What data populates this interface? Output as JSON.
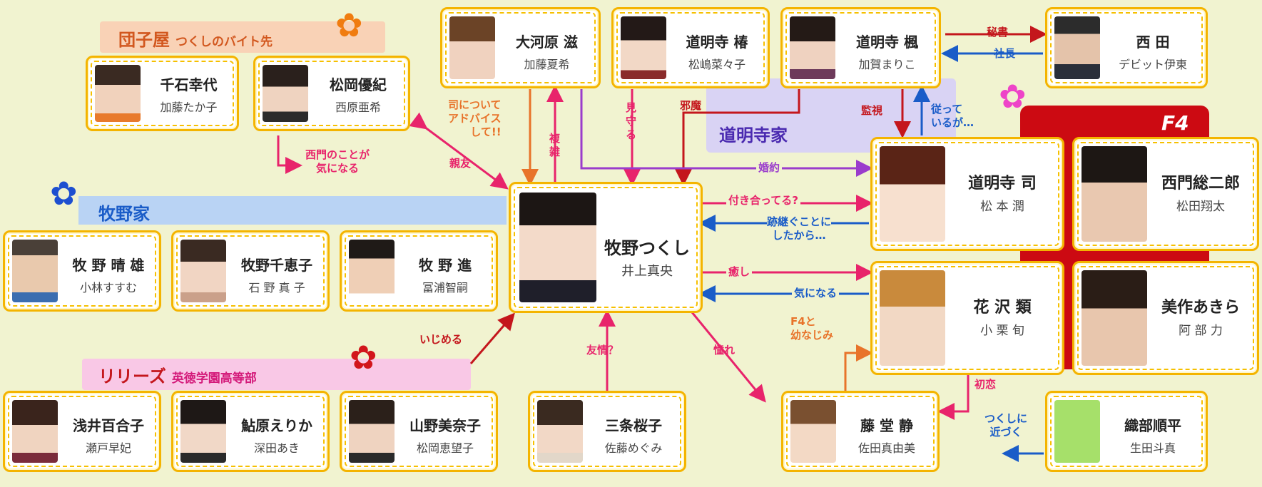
{
  "groups": {
    "dango": {
      "name": "団子屋",
      "sub": "つくしのバイト先"
    },
    "makino": {
      "name": "牧野家"
    },
    "domyoji": {
      "name": "道明寺家"
    },
    "lilies": {
      "name": "リリーズ",
      "sub": "英徳学園高等部"
    },
    "f4": {
      "name": "F4"
    }
  },
  "people": {
    "sengoku": {
      "role": "千石幸代",
      "actor": "加藤たか子"
    },
    "matsuoka": {
      "role": "松岡優紀",
      "actor": "西原亜希"
    },
    "okawahara": {
      "role": "大河原 滋",
      "actor": "加藤夏希"
    },
    "tsubaki": {
      "role": "道明寺 椿",
      "actor": "松嶋菜々子"
    },
    "kaede": {
      "role": "道明寺 楓",
      "actor": "加賀まりこ"
    },
    "nishida": {
      "role": "西 田",
      "actor": "デビット伊東"
    },
    "haruo": {
      "role": "牧 野 晴 雄",
      "actor": "小林すすむ"
    },
    "chieko": {
      "role": "牧野千恵子",
      "actor": "石 野 真 子"
    },
    "susumu": {
      "role": "牧 野 進",
      "actor": "冨浦智嗣"
    },
    "tsukushi": {
      "role": "牧野つくし",
      "actor": "井上真央"
    },
    "tsukasa": {
      "role": "道明寺 司",
      "actor": "松 本 潤"
    },
    "nishikado": {
      "role": "西門総二郎",
      "actor": "松田翔太"
    },
    "rui": {
      "role": "花 沢 類",
      "actor": "小 栗 旬"
    },
    "akira": {
      "role": "美作あきら",
      "actor": "阿 部 力"
    },
    "asai": {
      "role": "浅井百合子",
      "actor": "瀬戸早妃"
    },
    "ayuhara": {
      "role": "鮎原えりか",
      "actor": "深田あき"
    },
    "yamano": {
      "role": "山野美奈子",
      "actor": "松岡恵望子"
    },
    "sanjo": {
      "role": "三条桜子",
      "actor": "佐藤めぐみ"
    },
    "shizuka": {
      "role": "藤 堂 静",
      "actor": "佐田真由美"
    },
    "oribe": {
      "role": "織部順平",
      "actor": "生田斗真"
    }
  },
  "relations": {
    "hisho": "秘書",
    "shacho": "社長",
    "kanshi": "監視",
    "shitagatte": [
      "従って",
      "いるが…"
    ],
    "jama": "邪魔",
    "mimamoru": [
      "見",
      "守",
      "る"
    ],
    "fukuzatsu": [
      "複",
      "雑"
    ],
    "advice": [
      "司について",
      "アドバイス",
      "して!!"
    ],
    "shinyu": "親友",
    "nishikado_ki": [
      "西門のことが",
      "気になる"
    ],
    "konyaku": "婚約",
    "tsukiatteru": "付き合ってる?",
    "atotsugi": [
      "跡継ぐことに",
      "したから…"
    ],
    "iyashi": "癒し",
    "kininaru": "気になる",
    "osananajimi": [
      "F4と",
      "幼なじみ"
    ],
    "akogare": "憧れ",
    "yujo": "友情？",
    "ijimeru": "いじめる",
    "hatsukoi": "初恋",
    "chikazuku": [
      "つくしに",
      "近づく"
    ]
  },
  "colors": {
    "pink": "#e8236b",
    "orange": "#e8732a",
    "blue": "#1a5cc8",
    "red": "#c4161c",
    "purple": "#9a3ccc",
    "box_border": "#f4b400",
    "f4_panel": "#cc0a12"
  }
}
